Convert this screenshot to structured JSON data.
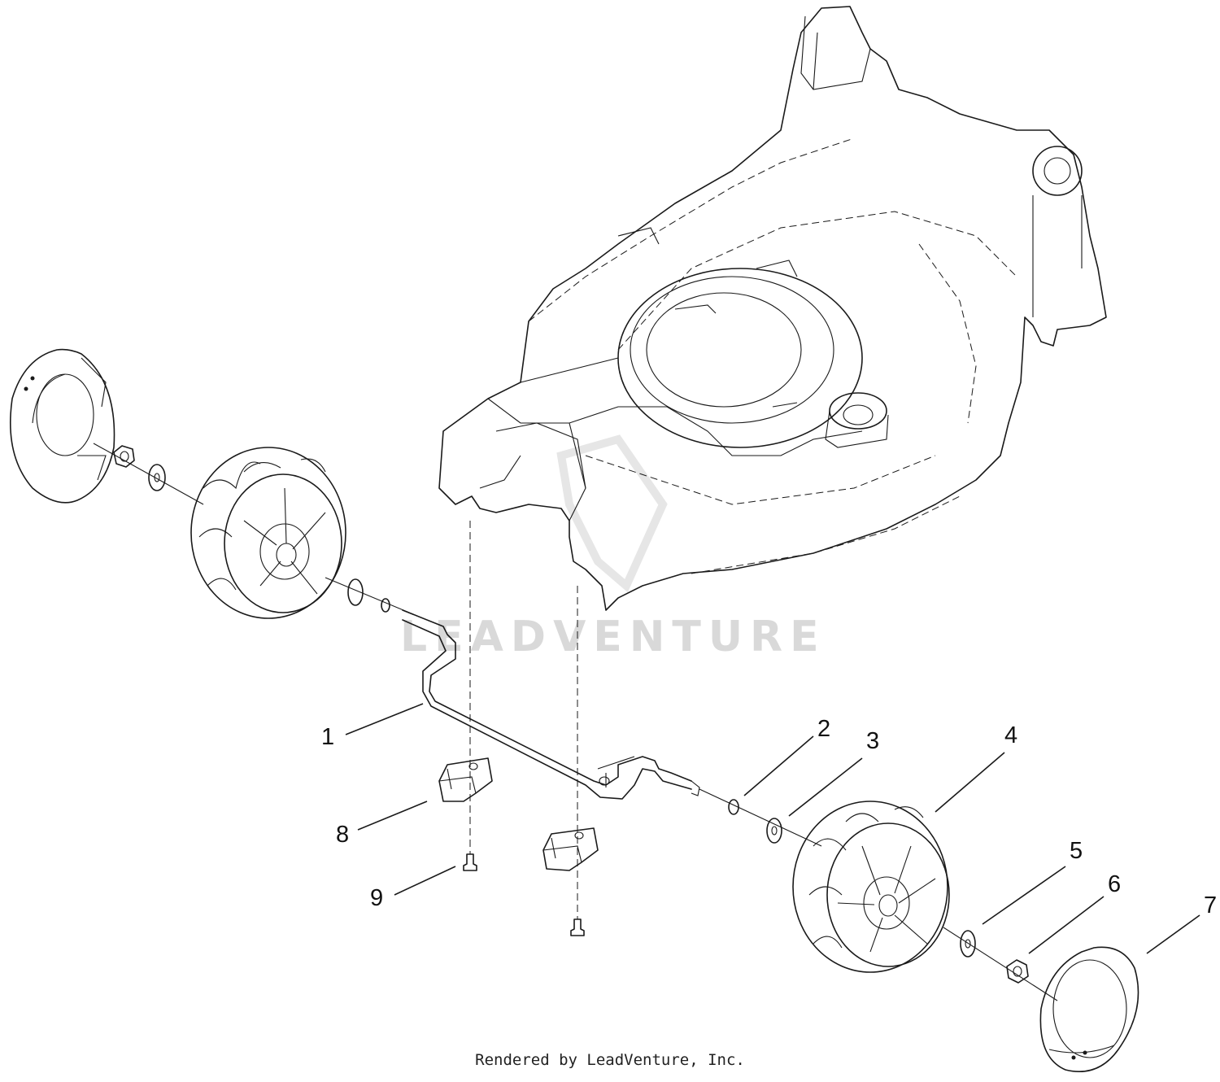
{
  "diagram": {
    "callouts": [
      "1",
      "2",
      "3",
      "4",
      "5",
      "6",
      "7",
      "8",
      "9"
    ],
    "watermark": "LEADVENTURE",
    "footer": "Rendered by LeadVenture, Inc."
  }
}
